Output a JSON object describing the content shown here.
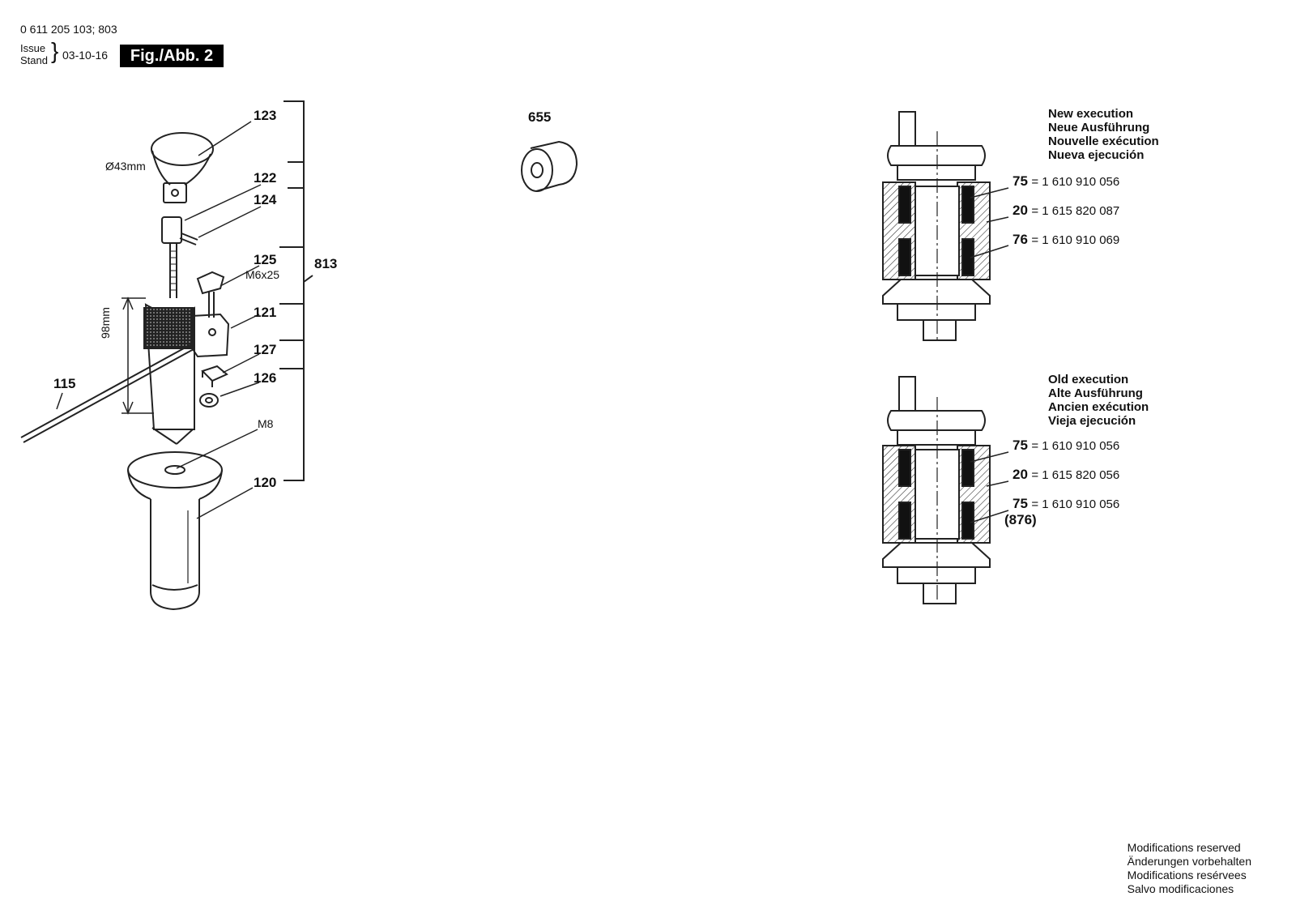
{
  "header": {
    "document_number": "0 611 205 103; 803",
    "issue_label_1": "Issue",
    "issue_label_2": "Stand",
    "issue_date": "03-10-16",
    "figure_label": "Fig./Abb. 2"
  },
  "parts": {
    "p123": "123",
    "p122": "122",
    "p124": "124",
    "p125": "125",
    "p121": "121",
    "p127": "127",
    "p126": "126",
    "p115": "115",
    "p120": "120",
    "p813": "813",
    "p655": "655"
  },
  "annotations": {
    "clamp_diameter": "Ø43mm",
    "screw_size": "M6x25",
    "depth_length": "98mm",
    "nut_size": "M8"
  },
  "new_execution": {
    "lines": [
      "New execution",
      "Neue Ausführung",
      "Nouvelle exécution",
      "Nueva ejecución"
    ],
    "refs": [
      {
        "pos": "75",
        "part": "= 1 610 910 056"
      },
      {
        "pos": "20",
        "part": "= 1 615 820 087"
      },
      {
        "pos": "76",
        "part": "= 1 610 910 069"
      }
    ]
  },
  "old_execution": {
    "lines": [
      "Old execution",
      "Alte Ausführung",
      "Ancien exécution",
      "Vieja ejecución"
    ],
    "refs": [
      {
        "pos": "75",
        "part": "= 1 610 910 056"
      },
      {
        "pos": "20",
        "part": "= 1 615 820 056"
      },
      {
        "pos": "75",
        "part": "= 1 610 910 056"
      }
    ],
    "extra_ref": "(876)"
  },
  "footer": {
    "lines": [
      "Modifications reserved",
      "Änderungen vorbehalten",
      "Modifications resérvees",
      "Salvo modificaciones"
    ]
  }
}
